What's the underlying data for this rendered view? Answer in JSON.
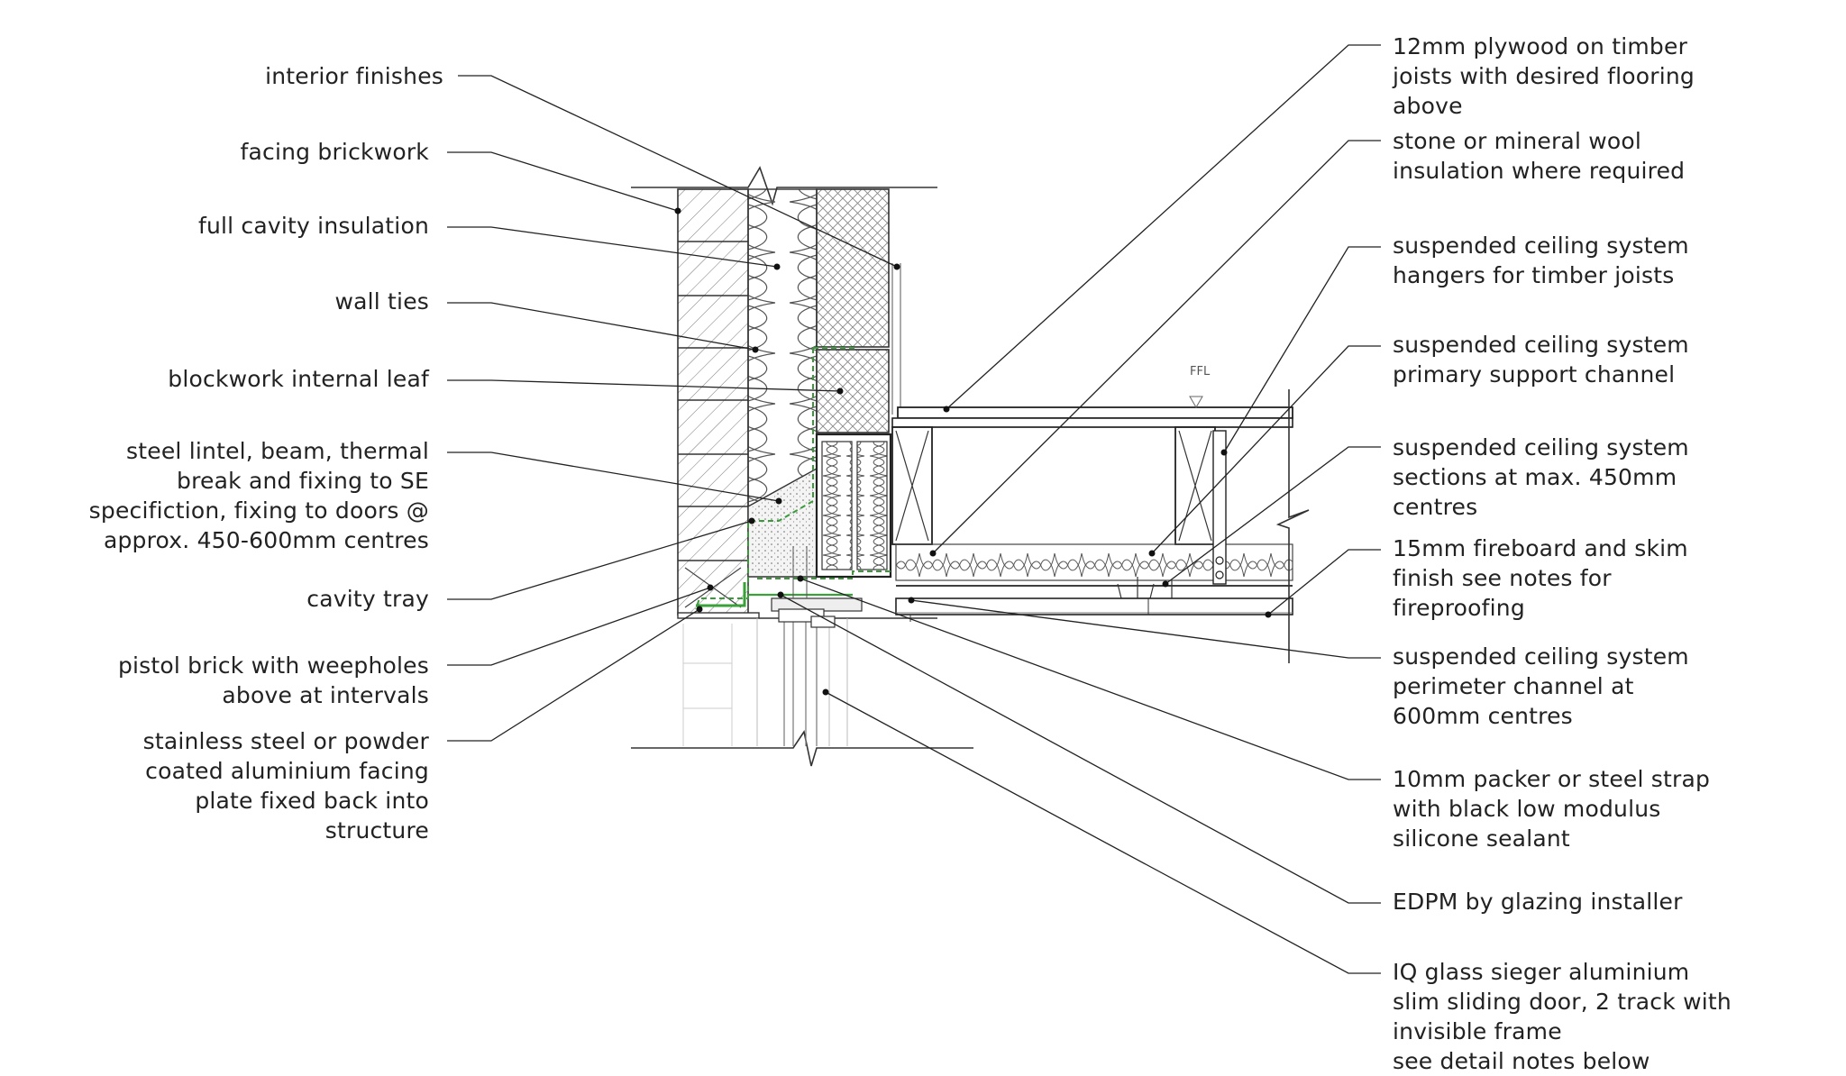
{
  "diagram": {
    "ffl_marker": "FFL",
    "left_labels": [
      {
        "id": "interior-finishes",
        "lines": [
          "interior finishes"
        ]
      },
      {
        "id": "facing-brickwork",
        "lines": [
          "facing brickwork"
        ]
      },
      {
        "id": "full-cavity-insulation",
        "lines": [
          "full cavity insulation"
        ]
      },
      {
        "id": "wall-ties",
        "lines": [
          "wall ties"
        ]
      },
      {
        "id": "blockwork-internal-leaf",
        "lines": [
          "blockwork internal leaf"
        ]
      },
      {
        "id": "steel-lintel",
        "lines": [
          "steel lintel, beam, thermal",
          "break and fixing to SE",
          "specifiction, fixing to doors @",
          "approx. 450-600mm centres"
        ]
      },
      {
        "id": "cavity-tray",
        "lines": [
          "cavity tray"
        ]
      },
      {
        "id": "pistol-brick",
        "lines": [
          "pistol brick with weepholes",
          "above at intervals"
        ]
      },
      {
        "id": "facing-plate",
        "lines": [
          "stainless steel or powder",
          "coated aluminium facing",
          "plate fixed back into",
          "structure"
        ]
      }
    ],
    "right_labels": [
      {
        "id": "plywood",
        "lines": [
          "12mm plywood on timber",
          "joists with desired flooring",
          "above"
        ]
      },
      {
        "id": "stone-wool",
        "lines": [
          "stone or mineral wool",
          "insulation where required"
        ]
      },
      {
        "id": "ceiling-hangers",
        "lines": [
          "suspended ceiling system",
          "hangers for timber joists"
        ]
      },
      {
        "id": "primary-channel",
        "lines": [
          "suspended ceiling system",
          "primary support channel"
        ]
      },
      {
        "id": "ceiling-sections",
        "lines": [
          "suspended ceiling system",
          "sections at max. 450mm",
          "centres"
        ]
      },
      {
        "id": "fireboard",
        "lines": [
          "15mm fireboard and skim",
          "finish see notes for",
          "fireproofing"
        ]
      },
      {
        "id": "perimeter-channel",
        "lines": [
          "suspended ceiling system",
          "perimeter channel at",
          "600mm centres"
        ]
      },
      {
        "id": "packer",
        "lines": [
          "10mm packer or steel strap",
          "with black low modulus",
          "silicone sealant"
        ]
      },
      {
        "id": "edpm",
        "lines": [
          "EDPM by glazing installer"
        ]
      },
      {
        "id": "iq-glass",
        "lines": [
          "IQ glass sieger aluminium",
          "slim sliding door, 2 track with",
          "invisible frame",
          "see detail notes below"
        ]
      }
    ]
  }
}
